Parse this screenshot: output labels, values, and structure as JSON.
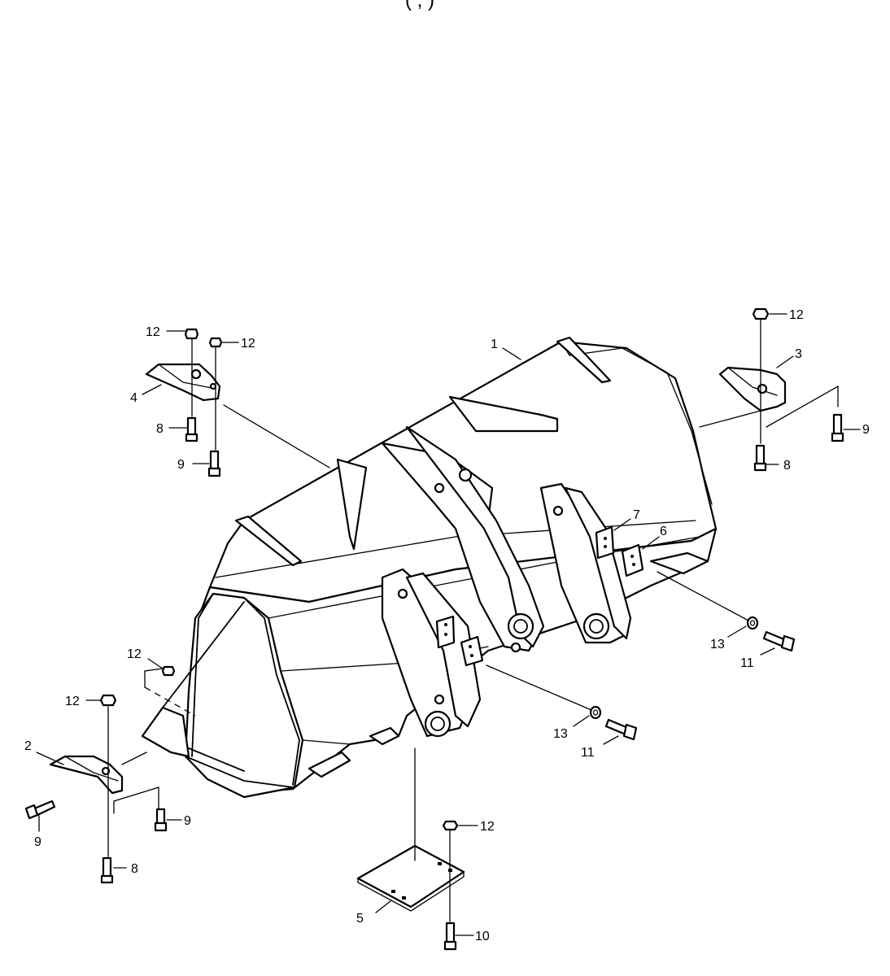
{
  "header": {
    "text": "(      ,      )"
  },
  "callouts": {
    "c1": "1",
    "c2": "2",
    "c3": "3",
    "c4": "4",
    "c5": "5",
    "c6": "6",
    "c7": "7",
    "c8a": "8",
    "c8b": "8",
    "c8c": "8",
    "c9a": "9",
    "c9b": "9",
    "c9c": "9",
    "c9d": "9",
    "c10": "10",
    "c11a": "11",
    "c11b": "11",
    "c12a": "12",
    "c12b": "12",
    "c12c": "12",
    "c12d": "12",
    "c12e": "12",
    "c12f": "12",
    "c13a": "13",
    "c13b": "13"
  },
  "colors": {
    "line": "#000000",
    "background": "#ffffff"
  }
}
